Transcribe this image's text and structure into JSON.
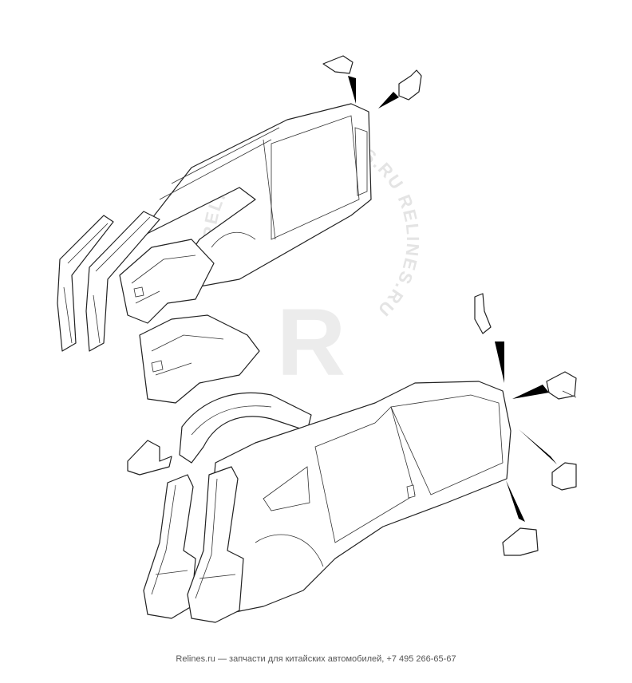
{
  "watermark": {
    "letter": "R",
    "ring_text": "RELINES.RU RELINES.RU RELINES.RU"
  },
  "footer": {
    "text": "Relines.ru — запчасти для китайских автомобилей, +7 495 266-65-67"
  },
  "colors": {
    "line": "#222222",
    "pointer": "#000000",
    "watermark": "#ececec",
    "background": "#ffffff"
  }
}
